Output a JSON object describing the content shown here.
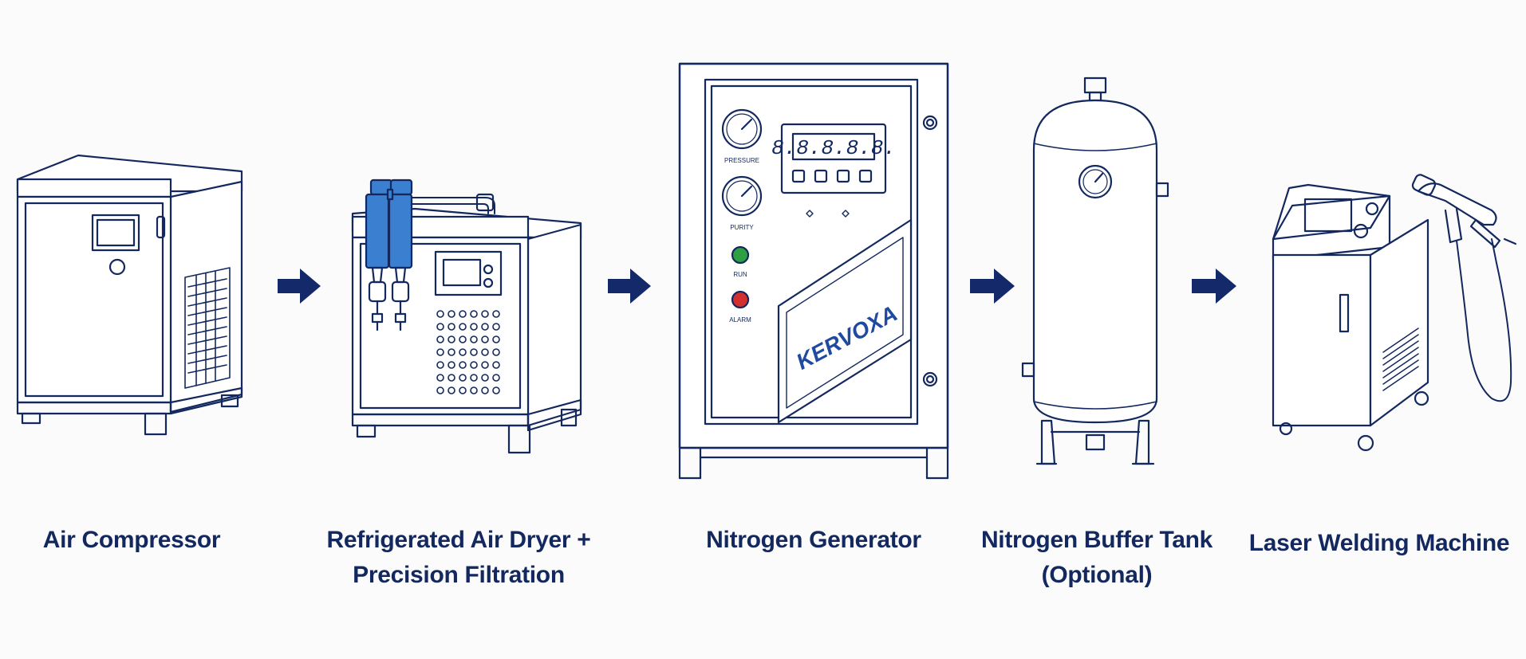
{
  "colors": {
    "ink": "#13285e",
    "arrow": "#14296a",
    "accent_blue": "#3b7fd0",
    "status_green": "#2ea043",
    "status_red": "#d32f2f",
    "background": "#fbfbfb"
  },
  "steps": [
    {
      "label": "Air Compressor",
      "icon": "air-compressor-icon"
    },
    {
      "label_line1": "Refrigerated Air Dryer +",
      "label_line2": "Precision Filtration",
      "icon": "air-dryer-icon"
    },
    {
      "label": "Nitrogen Generator",
      "icon": "nitrogen-generator-icon"
    },
    {
      "label_line1": "Nitrogen Buffer Tank",
      "label_line2": "(Optional)",
      "icon": "buffer-tank-icon"
    },
    {
      "label": "Laser Welding Machine",
      "icon": "laser-welder-icon"
    }
  ],
  "generator": {
    "brand": "KERVOXA",
    "display": "8.8.8.8.8.",
    "gauge_pressure": "PRESSURE",
    "gauge_purity": "PURITY",
    "run": "RUN",
    "alarm": "ALARM"
  }
}
